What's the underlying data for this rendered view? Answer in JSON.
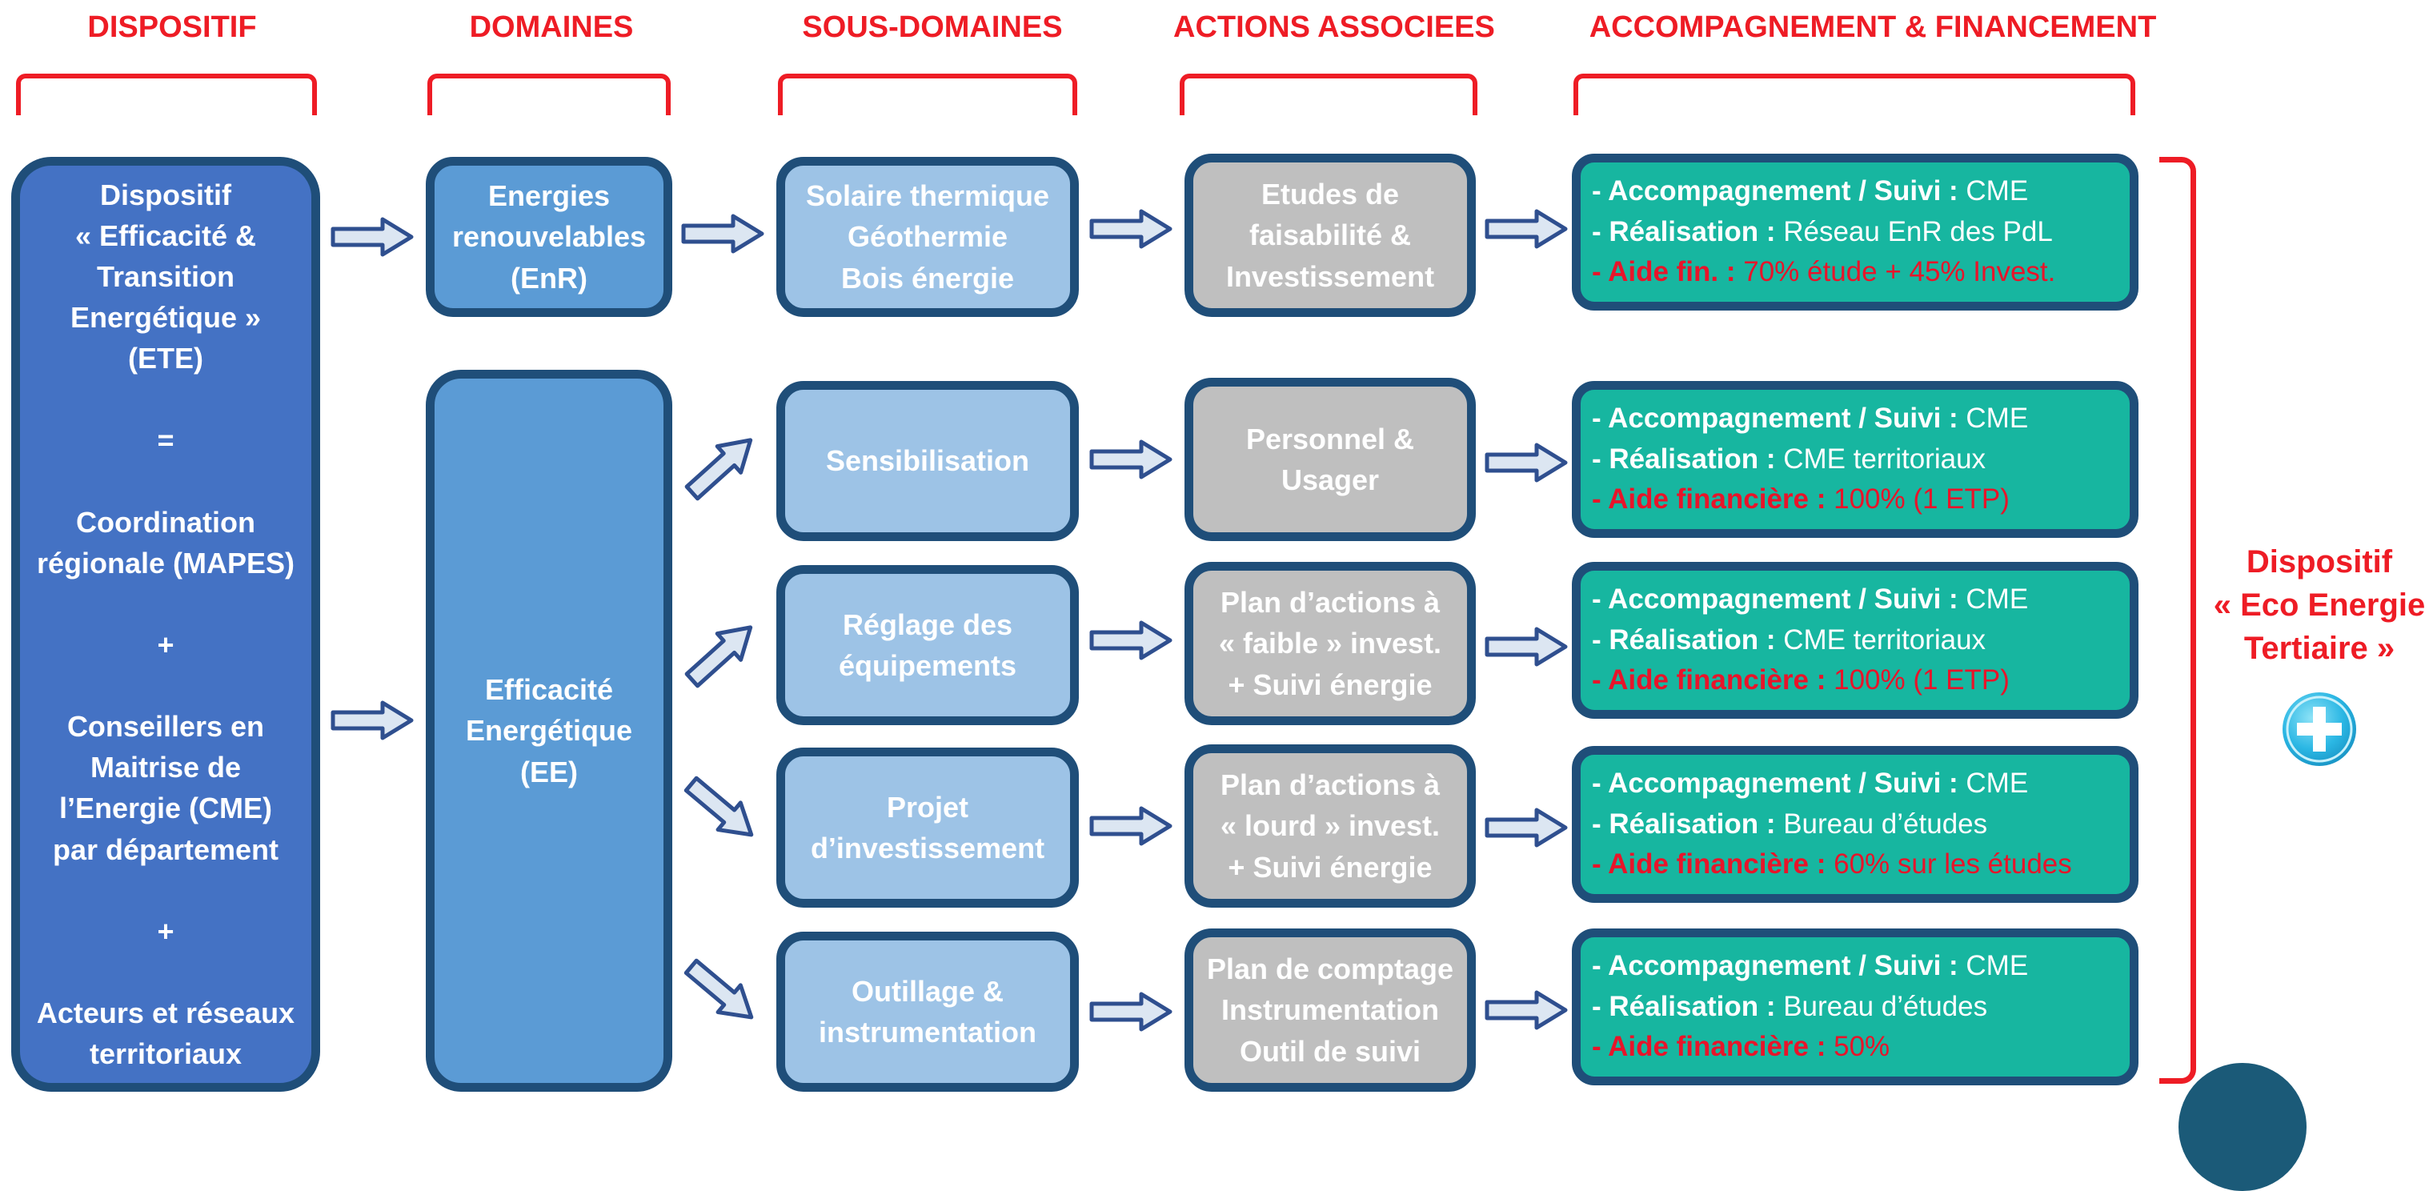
{
  "headers": {
    "dispositif": "DISPOSITIF",
    "domaines": "DOMAINES",
    "sous_domaines": "SOUS-DOMAINES",
    "actions": "ACTIONS ASSOCIEES",
    "financement": "ACCOMPAGNEMENT & FINANCEMENT"
  },
  "dispositif": {
    "text": "Dispositif\n« Efficacité &\nTransition\nEnergétique »\n(ETE)\n\n=\n\nCoordination\nrégionale (MAPES)\n\n+\n\nConseillers en\nMaitrise de\nl’Energie (CME)\npar département\n\n+\n\nActeurs et réseaux\nterritoriaux"
  },
  "domaines": {
    "enr": "Energies\nrenouvelables\n(EnR)",
    "ee": "Efficacité\nEnergétique\n(EE)"
  },
  "sous_domaines": [
    "Solaire thermique\nGéothermie\nBois énergie",
    "Sensibilisation",
    "Réglage des\néquipements",
    "Projet\nd’investissement",
    "Outillage &\ninstrumentation"
  ],
  "actions": [
    "Etudes de\nfaisabilité &\nInvestissement",
    "Personnel &\nUsager",
    "Plan d’actions à\n« faible » invest.\n+ Suivi énergie",
    "Plan d’actions à\n« lourd » invest.\n+ Suivi énergie",
    "Plan de comptage\nInstrumentation\nOutil de suivi"
  ],
  "financement": [
    {
      "accomp_label": "- Accompagnement  / Suivi :",
      "accomp_value": " CME",
      "real_label": "- Réalisation :",
      "real_value": " Réseau  EnR des PdL",
      "aide_label": "- Aide fin. :",
      "aide_value": " 70% étude + 45% Invest."
    },
    {
      "accomp_label": "- Accompagnement  / Suivi :",
      "accomp_value": " CME",
      "real_label": "- Réalisation :",
      "real_value": " CME territoriaux",
      "aide_label": "- Aide financière :",
      "aide_value": " 100% (1 ETP)"
    },
    {
      "accomp_label": "- Accompagnement  / Suivi :",
      "accomp_value": " CME",
      "real_label": "- Réalisation :",
      "real_value": " CME territoriaux",
      "aide_label": "- Aide financière :",
      "aide_value": " 100% (1 ETP)"
    },
    {
      "accomp_label": "- Accompagnement  / Suivi :",
      "accomp_value": " CME",
      "real_label": "- Réalisation :",
      "real_value": " Bureau d’études",
      "aide_label": "- Aide financière :",
      "aide_value": " 60% sur les études"
    },
    {
      "accomp_label": "- Accompagnement  / Suivi :",
      "accomp_value": " CME",
      "real_label": "- Réalisation :",
      "real_value": " Bureau d’études",
      "aide_label": "- Aide financière :",
      "aide_value": " 50%"
    }
  ],
  "eco_energie": {
    "label": "Dispositif\n« Eco Energie\nTertiaire »"
  },
  "colors": {
    "header_red": "#ee1c25",
    "border_navy": "#1f4e79",
    "dispositif_blue": "#4472c4",
    "domaine_blue": "#5b9bd5",
    "sous_domaine_blue": "#9dc3e6",
    "action_gray": "#bfbfbf",
    "financement_teal": "#17b6a0",
    "aide_red": "#e8142a"
  }
}
